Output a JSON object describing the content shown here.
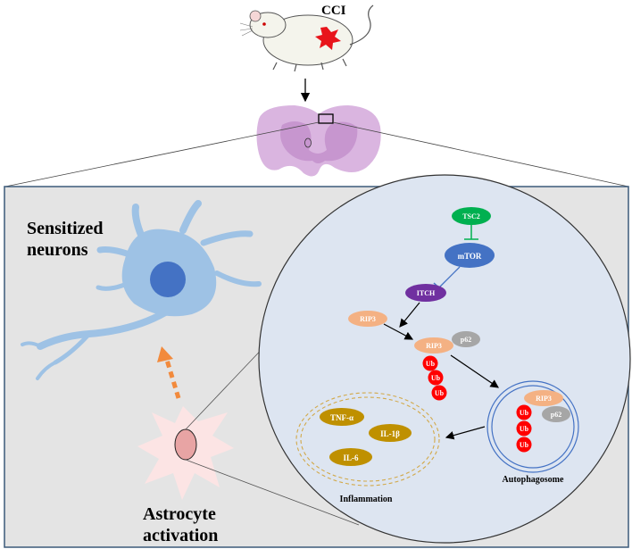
{
  "top": {
    "model_label": "CCI"
  },
  "left": {
    "neurons_label_line1": "Sensitized",
    "neurons_label_line2": "neurons",
    "astro_label_line1": "Astrocyte",
    "astro_label_line2": "activation"
  },
  "pathway": {
    "tsc2": "TSC2",
    "mtor": "mTOR",
    "itch": "ITCH",
    "rip3_free": "RIP3",
    "rip3_complex": "RIP3",
    "p62_complex": "p62",
    "ub": [
      "Ub",
      "Ub",
      "Ub"
    ],
    "autophagosome_rip3": "RIP3",
    "autophagosome_p62": "p62",
    "autophagosome_ub": [
      "Ub",
      "Ub",
      "Ub"
    ],
    "autophagosome_label": "Autophagosome",
    "cytokines": [
      "TNF-α",
      "IL-1β",
      "IL-6"
    ],
    "inflammation_label": "Inflammation"
  },
  "colors": {
    "panel_bg": "#e4e4e4",
    "circle_bg": "#dde5f1",
    "neuron": "#9ec2e5",
    "nucleus": "#4472c4",
    "tsc2": "#00b050",
    "mtor": "#4472c4",
    "itch": "#7030a0",
    "rip3": "#f4b183",
    "p62": "#a6a6a6",
    "ub": "#ff0000",
    "cytokine": "#bf9000",
    "spinal_cord": "#d9b3df"
  }
}
